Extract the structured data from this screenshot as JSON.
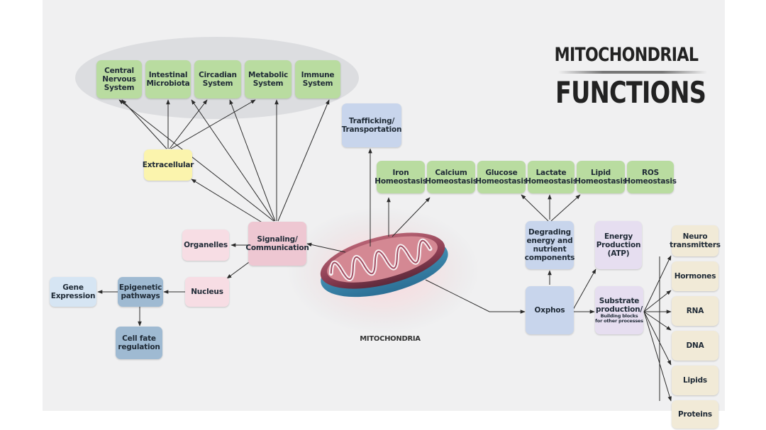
{
  "title": {
    "line1": "MITOCHONDRIAL",
    "line2": "FUNCTIONS"
  },
  "caption": "MITOCHONDRIA",
  "systems": [
    "Central\nNervous\nSystem",
    "Intestinal\nMicrobiota",
    "Circadian\nSystem",
    "Metabolic\nSystem",
    "Immune\nSystem"
  ],
  "homeostasis": [
    "Iron\nHomeostasis",
    "Calcium\nHomeostasis",
    "Glucose\nHomeostasis",
    "Lactate\nHomeostasis",
    "Lipid\nHomeostasis",
    "ROS\nHomeostasis"
  ],
  "nodes": {
    "extracellular": "Extracellular",
    "trafficking": "Trafficking/\nTransportation",
    "signaling": "Signaling/\nCommunication",
    "organelles": "Organelles",
    "nucleus": "Nucleus",
    "gene_expression": "Gene\nExpression",
    "epigenetic": "Epigenetic\npathways",
    "cell_fate": "Cell fate\nregulation",
    "degrading": "Degrading\nenergy and\nnutrient\ncomponents",
    "energy": "Energy\nProduction\n(ATP)",
    "oxphos": "Oxphos",
    "substrate": "Substrate\nproduction/",
    "substrate_note": "Building blocks\nfor other processes"
  },
  "products": [
    "Neuro\ntransmitters",
    "Hormones",
    "RNA",
    "DNA",
    "Lipids",
    "Proteins"
  ]
}
